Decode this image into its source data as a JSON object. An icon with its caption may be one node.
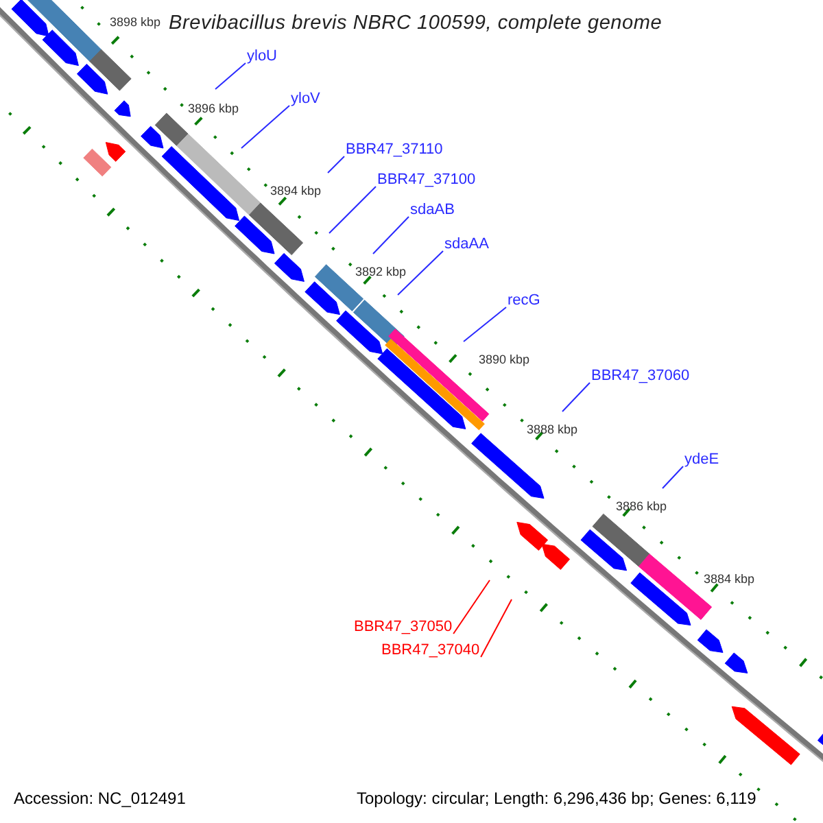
{
  "diagram": {
    "title": "Brevibacillus brevis NBRC 100599, complete genome",
    "nodes": [
      {
        "text": [
          "yloU"
        ]
      },
      {
        "text": [
          "yloV"
        ]
      },
      {
        "text": [
          "BBR47_37110"
        ]
      },
      {
        "text": [
          "BBR47_37100"
        ]
      },
      {
        "text": [
          "sdaAB"
        ]
      },
      {
        "text": [
          "sdaAA"
        ]
      },
      {
        "text": [
          "recG"
        ]
      },
      {
        "text": [
          "BBR47_37060"
        ]
      },
      {
        "text": [
          "ydeE"
        ]
      },
      {
        "text": [
          "BBR47_37050"
        ]
      },
      {
        "text": [
          "BBR47_37040"
        ]
      }
    ],
    "edges": [
      {
        "from": 0,
        "to": null,
        "arrow": "none"
      },
      {
        "from": 1,
        "to": null,
        "arrow": "none"
      },
      {
        "from": 2,
        "to": null,
        "arrow": "none"
      },
      {
        "from": 3,
        "to": null,
        "arrow": "none"
      },
      {
        "from": 4,
        "to": null,
        "arrow": "none"
      },
      {
        "from": 5,
        "to": null,
        "arrow": "none"
      },
      {
        "from": 6,
        "to": null,
        "arrow": "none"
      },
      {
        "from": 7,
        "to": null,
        "arrow": "none"
      },
      {
        "from": 8,
        "to": null,
        "arrow": "none"
      },
      {
        "from": 9,
        "to": null,
        "arrow": "none",
        "color": "#ff0000"
      },
      {
        "from": 10,
        "to": null,
        "arrow": "none",
        "color": "#ff0000"
      }
    ],
    "labels": [
      "3898 kbp",
      "3896 kbp",
      "3894 kbp",
      "3892 kbp",
      "3890 kbp",
      "3888 kbp",
      "3886 kbp",
      "3884 kbp",
      "Accession: NC_012491",
      "Topology: circular; Length: 6,296,436 bp; Genes: 6,119"
    ]
  }
}
